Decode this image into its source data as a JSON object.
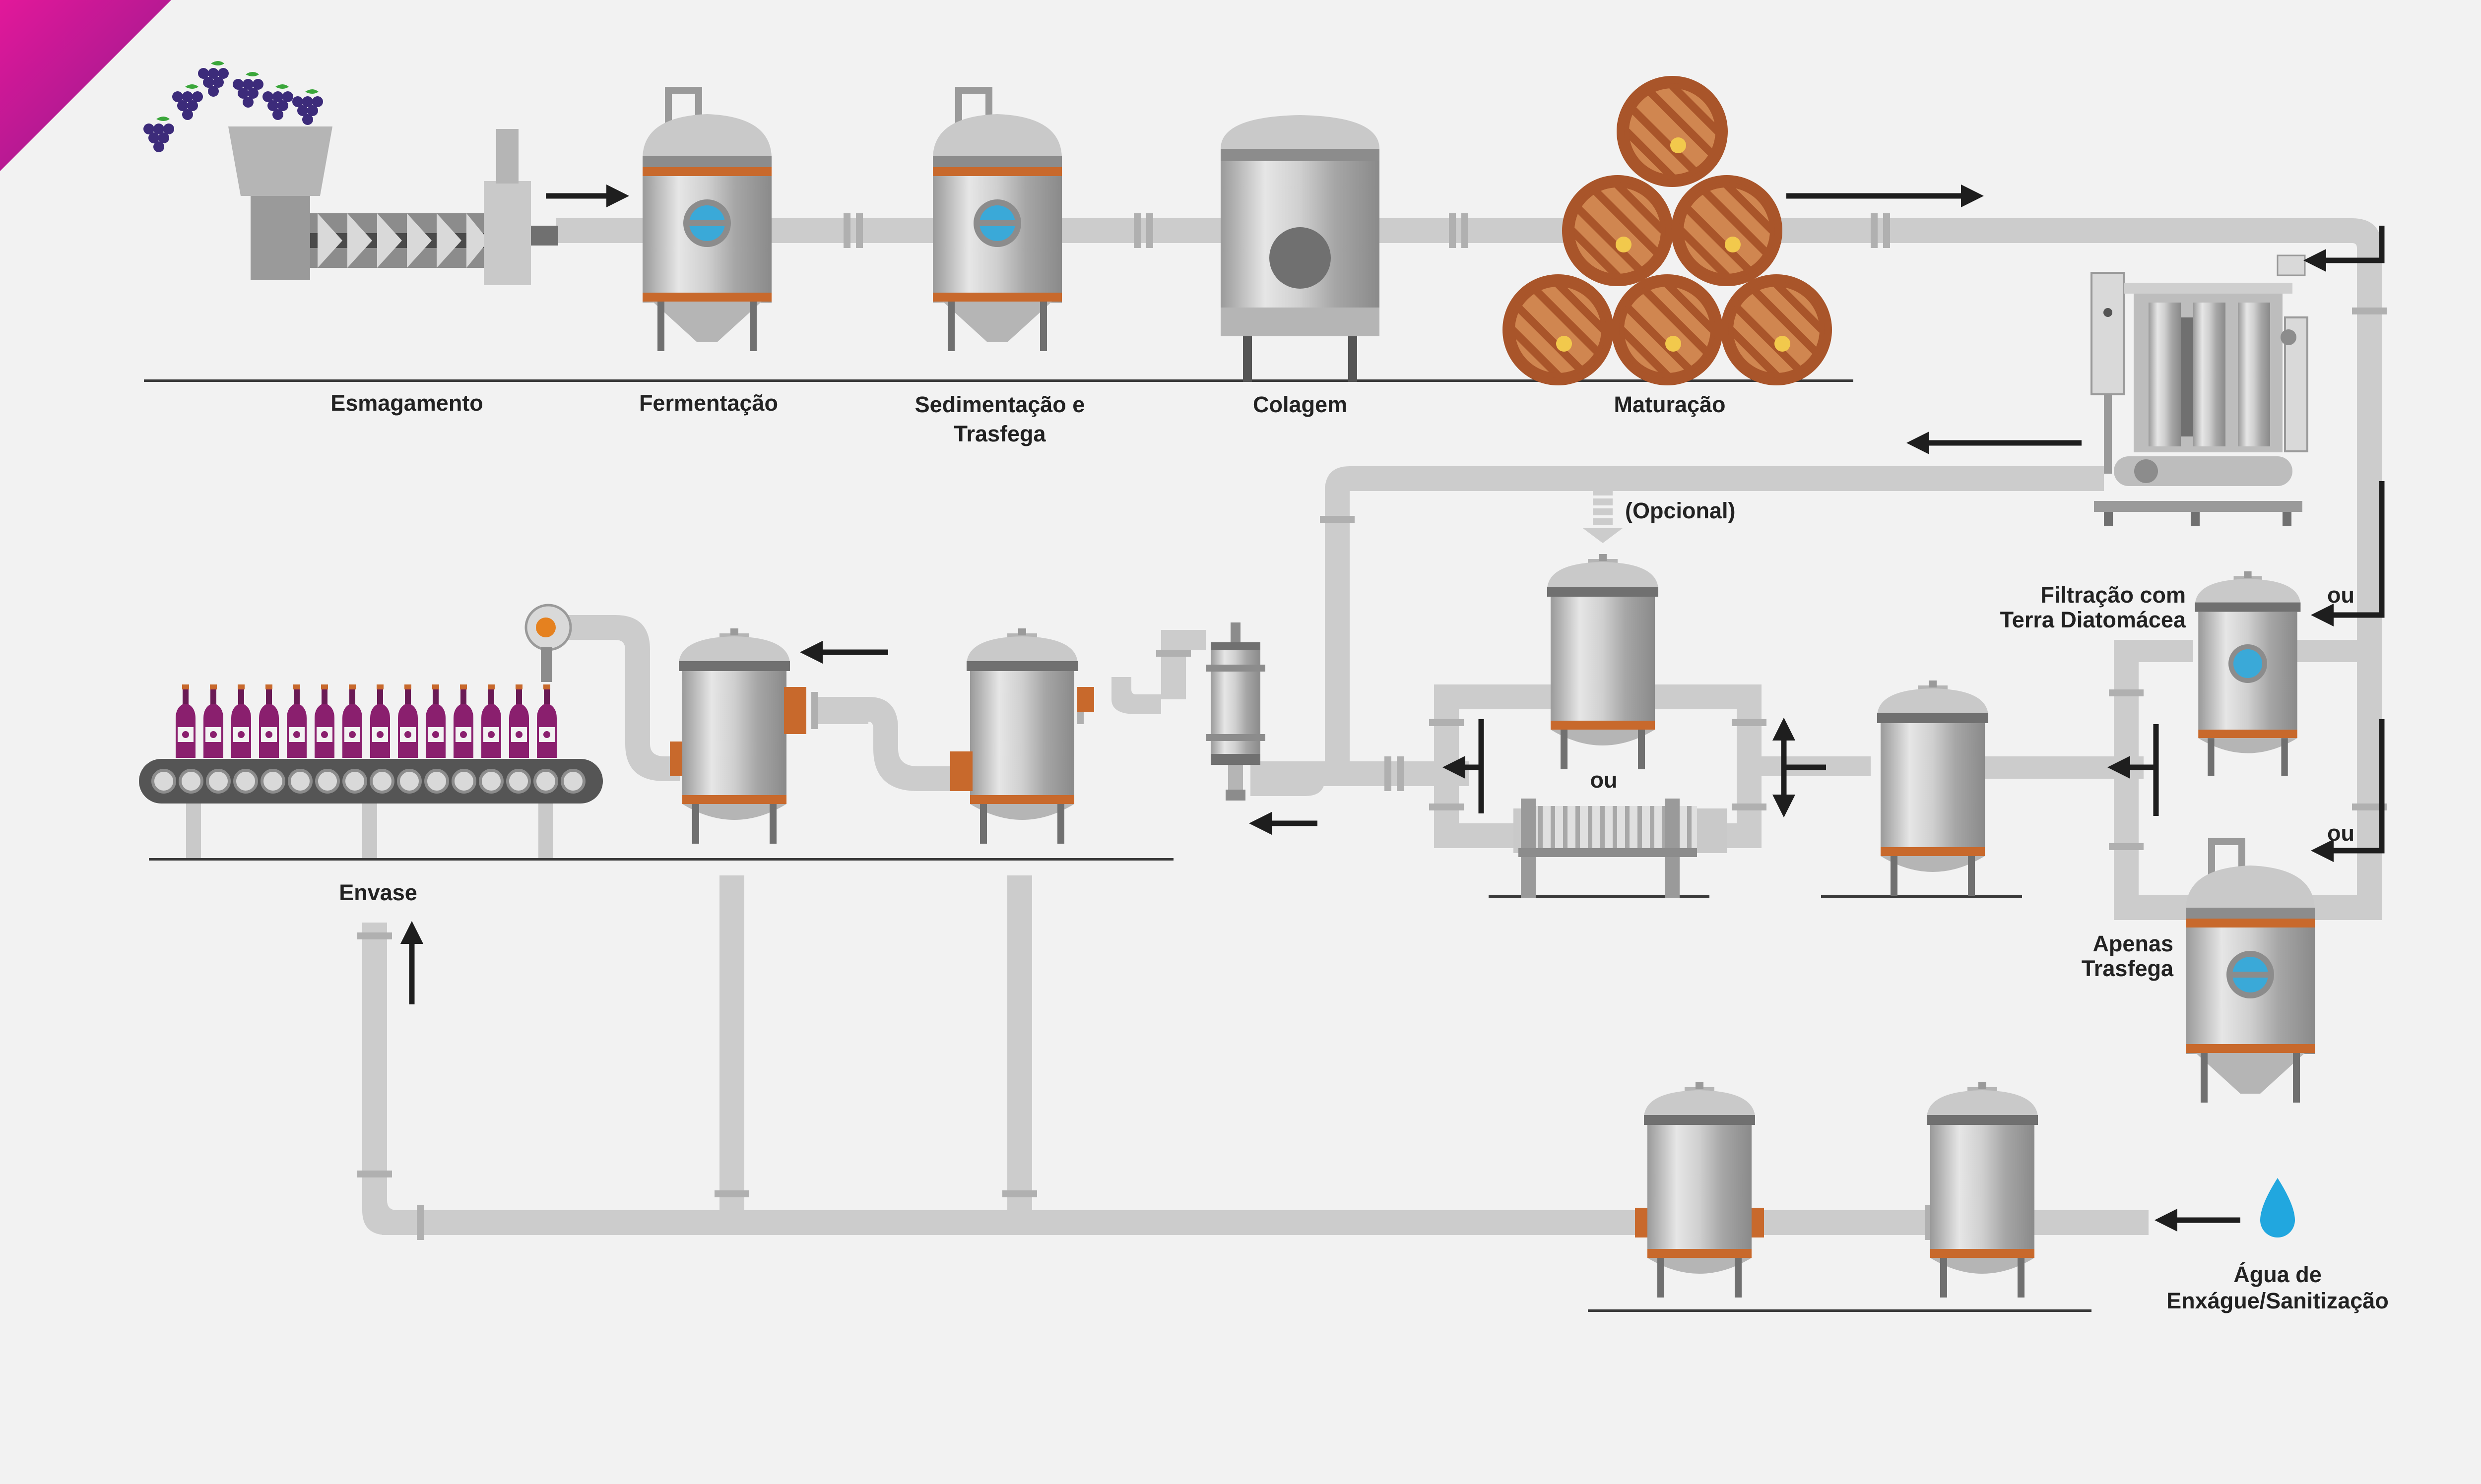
{
  "labels": {
    "esmagamento": "Esmagamento",
    "fermentacao": "Fermentação",
    "sedimentacao_1": "Sedimentação e",
    "sedimentacao_2": "Trasfega",
    "colagem": "Colagem",
    "maturacao": "Maturação",
    "opcional": "(Opcional)",
    "ou_center": "ou",
    "ou_upper": "ou",
    "ou_lower": "ou",
    "filtracao_1": "Filtração com",
    "filtracao_2": "Terra Diatomácea",
    "apenas_1": "Apenas",
    "apenas_2": "Trasfega",
    "envase": "Envase",
    "agua_1": "Água de",
    "agua_2": "Enxágue/Sanitização"
  },
  "colors": {
    "background": "#f2f2f2",
    "pipe": "#cccccc",
    "steel_light": "#d9d9d9",
    "steel_mid": "#b5b5b5",
    "steel_dark": "#8c8c8c",
    "copper": "#c8692c",
    "barrel_wood": "#d08650",
    "barrel_dark": "#a9552a",
    "sight_glass": "#3aa9d8",
    "water_drop": "#21a7df",
    "wine_bottle": "#8a1f6e",
    "arrow": "#1e1e1e",
    "corner_magenta": "#d81b8c"
  },
  "icons": {
    "grapes": "grapes-icon",
    "water": "water-drop-icon",
    "bottle": "wine-bottle-icon",
    "barrel": "barrel-icon",
    "tank": "tank-icon",
    "arrow": "flow-arrow-icon"
  }
}
